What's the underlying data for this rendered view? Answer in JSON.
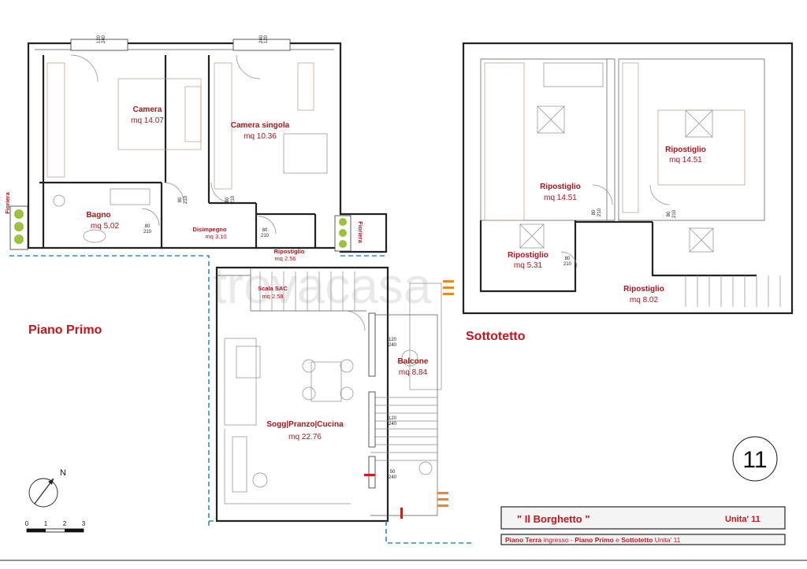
{
  "sections": {
    "first_floor": "Piano Primo",
    "attic": "Sottotetto"
  },
  "rooms": {
    "camera": {
      "name": "Camera",
      "area": "mq 14.07"
    },
    "camera_singola": {
      "name": "Camera singola",
      "area": "mq 10.36"
    },
    "bagno": {
      "name": "Bagno",
      "area": "mq 5.02"
    },
    "disimpegno": {
      "name": "Disimpegno",
      "area": "mq 3.10"
    },
    "ripostiglio_pp": {
      "name": "Ripostiglio",
      "area": "mq 2.56"
    },
    "scala": {
      "name": "Scala SAC",
      "area": "mq 2.58"
    },
    "balcone": {
      "name": "Balcone",
      "area": "mq 8.84"
    },
    "soggiorno": {
      "name": "Sogg|Pranzo|Cucina",
      "area": "mq 22.76"
    },
    "rip_a": {
      "name": "Ripostiglio",
      "area": "mq 14.51"
    },
    "rip_b": {
      "name": "Ripostiglio",
      "area": "mq 14.51"
    },
    "rip_c": {
      "name": "Ripostiglio",
      "area": "mq 5.31"
    },
    "rip_d": {
      "name": "Ripostiglio",
      "area": "mq 8.02"
    }
  },
  "dimensions": {
    "door": "80",
    "door_h": "210",
    "win_w": "120",
    "win_h": "240",
    "win_small": "50"
  },
  "labels": {
    "fioriera": "Fioriera",
    "unit_number": "11",
    "watermark": "trovacasa",
    "north": "N"
  },
  "scale": {
    "ticks": [
      "0",
      "1",
      "2",
      "3"
    ]
  },
  "title_block": {
    "project": "\" Il Borghetto \"",
    "unit": "Unita' 11",
    "sub_strong": "Piano Terra",
    "sub_mid": " ingresso - ",
    "sub_strong2": "Piano Primo",
    "sub_mid2": " e ",
    "sub_strong3": "Sottotetto",
    "sub_tail": "     Unita' 11"
  },
  "colors": {
    "label_red": "#b4121a",
    "wall": "#222222",
    "outline_blue": "#2a8ec4"
  }
}
